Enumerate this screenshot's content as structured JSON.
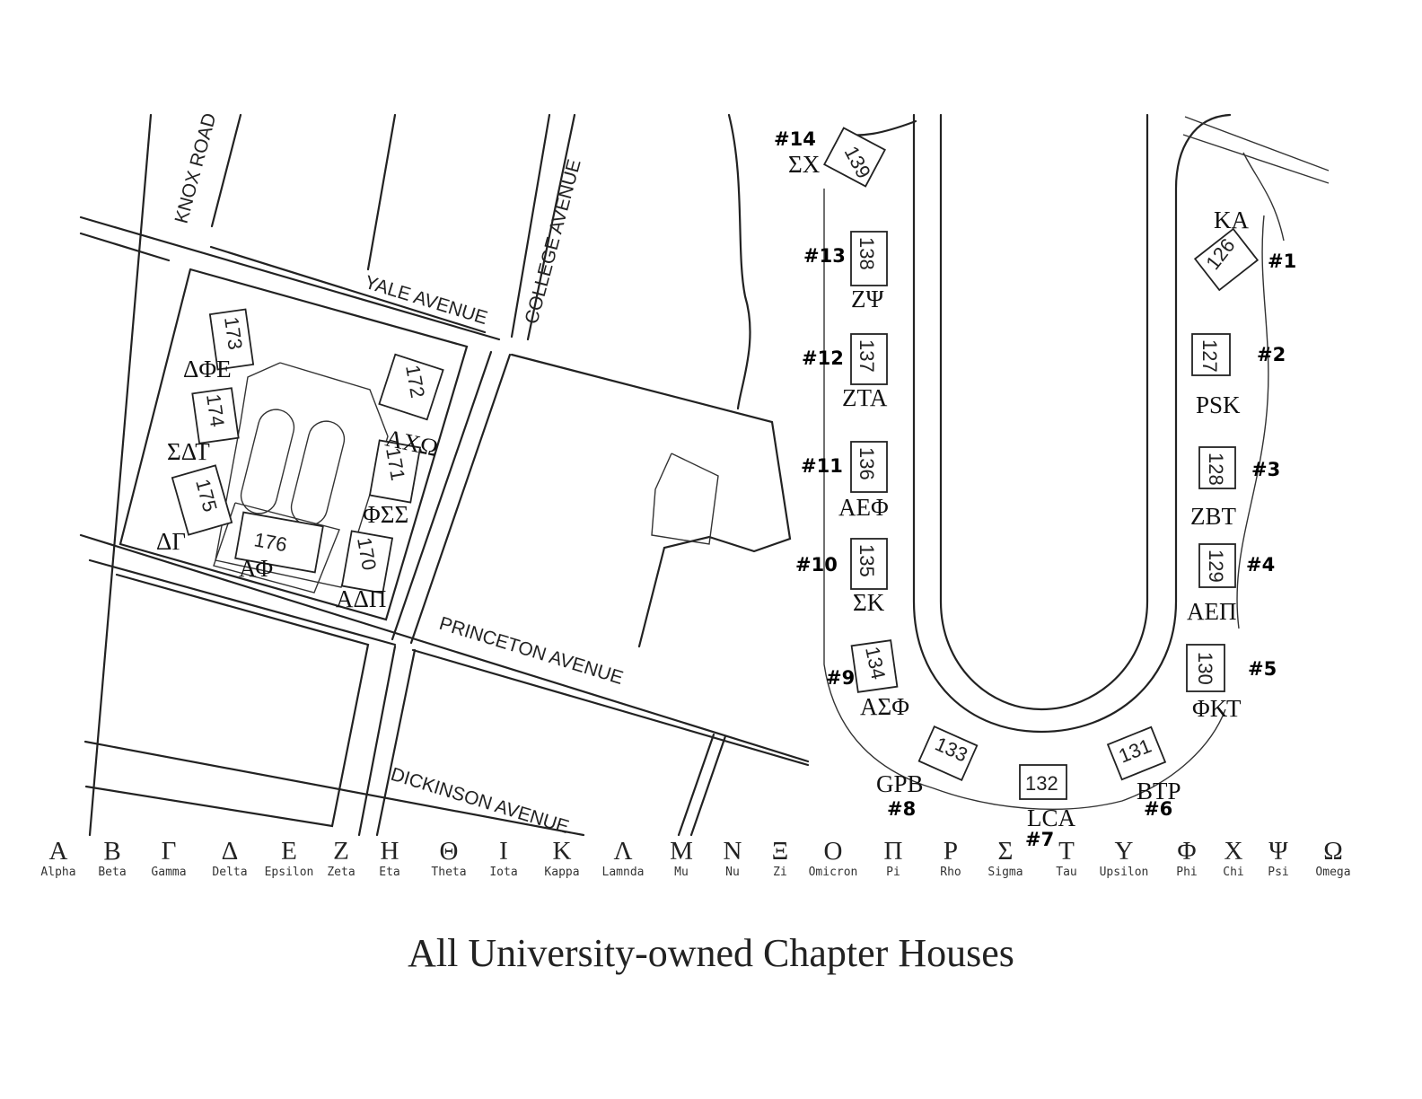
{
  "streets": {
    "knox": "KNOX ROAD",
    "yale": "YALE AVENUE",
    "college": "COLLEGE AVENUE",
    "princeton": "PRINCETON AVENUE",
    "dickinson": "DICKINSON AVENUE"
  },
  "houses": [
    {
      "building": "173",
      "letters": "ΔΦΕ",
      "number": ""
    },
    {
      "building": "174",
      "letters": "ΣΔΤ",
      "number": ""
    },
    {
      "building": "175",
      "letters": "ΔΓ",
      "number": ""
    },
    {
      "building": "176",
      "letters": "ΑΦ",
      "number": ""
    },
    {
      "building": "170",
      "letters": "ΑΔΠ",
      "number": ""
    },
    {
      "building": "171",
      "letters": "ΦΣΣ",
      "number": ""
    },
    {
      "building": "172",
      "letters": "ΑΧΩ",
      "number": ""
    },
    {
      "building": "126",
      "letters": "ΚΑ",
      "number": "#1"
    },
    {
      "building": "127",
      "letters": "PSK",
      "number": "#2"
    },
    {
      "building": "128",
      "letters": "ZBT",
      "number": "#3"
    },
    {
      "building": "129",
      "letters": "ΑΕΠ",
      "number": "#4"
    },
    {
      "building": "130",
      "letters": "ΦΚΤ",
      "number": "#5"
    },
    {
      "building": "131",
      "letters": "BTP",
      "number": "#6"
    },
    {
      "building": "132",
      "letters": "LCA",
      "number": "#7"
    },
    {
      "building": "133",
      "letters": "GPB",
      "number": "#8"
    },
    {
      "building": "134",
      "letters": "ΑΣΦ",
      "number": "#9"
    },
    {
      "building": "135",
      "letters": "ΣΚ",
      "number": "#10"
    },
    {
      "building": "136",
      "letters": "ΑΕΦ",
      "number": "#11"
    },
    {
      "building": "137",
      "letters": "ΖΤΑ",
      "number": "#12"
    },
    {
      "building": "138",
      "letters": "ΖΨ",
      "number": "#13"
    },
    {
      "building": "139",
      "letters": "ΣΧ",
      "number": "#14"
    }
  ],
  "alphabet": [
    {
      "upper": "Α",
      "name": "Alpha"
    },
    {
      "upper": "Β",
      "name": "Beta"
    },
    {
      "upper": "Γ",
      "name": "Gamma"
    },
    {
      "upper": "Δ",
      "name": "Delta"
    },
    {
      "upper": "Ε",
      "name": "Epsilon"
    },
    {
      "upper": "Ζ",
      "name": "Zeta"
    },
    {
      "upper": "Η",
      "name": "Eta"
    },
    {
      "upper": "Θ",
      "name": "Theta"
    },
    {
      "upper": "Ι",
      "name": "Iota"
    },
    {
      "upper": "Κ",
      "name": "Kappa"
    },
    {
      "upper": "Λ",
      "name": "Lamnda"
    },
    {
      "upper": "Μ",
      "name": "Mu"
    },
    {
      "upper": "Ν",
      "name": "Nu"
    },
    {
      "upper": "Ξ",
      "name": "Zi"
    },
    {
      "upper": "Ο",
      "name": "Omicron"
    },
    {
      "upper": "Π",
      "name": "Pi"
    },
    {
      "upper": "Ρ",
      "name": "Rho"
    },
    {
      "upper": "Σ",
      "name": "Sigma"
    },
    {
      "upper": "Τ",
      "name": "Tau"
    },
    {
      "upper": "Υ",
      "name": "Upsilon"
    },
    {
      "upper": "Φ",
      "name": "Phi"
    },
    {
      "upper": "Χ",
      "name": "Chi"
    },
    {
      "upper": "Ψ",
      "name": "Psi"
    },
    {
      "upper": "Ω",
      "name": "Omega"
    }
  ],
  "caption": "All University-owned Chapter Houses"
}
